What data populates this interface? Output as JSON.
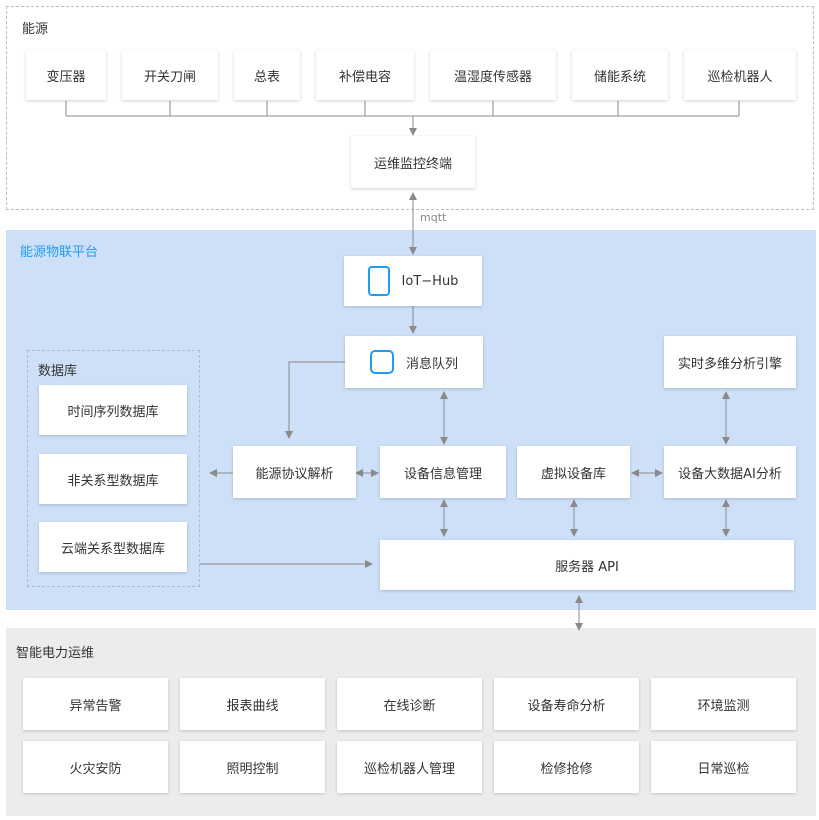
{
  "energy": {
    "title": "能源",
    "devices": [
      "变压器",
      "开关刀闸",
      "总表",
      "补偿电容",
      "温湿度传感器",
      "储能系统",
      "巡检机器人"
    ],
    "terminal": "运维监控终端"
  },
  "protocol_label": "mqtt",
  "platform": {
    "title": "能源物联平台",
    "iot_hub": "IoT−Hub",
    "mq": "消息队列",
    "realtime": "实时多维分析引擎",
    "protocol_parse": "能源协议解析",
    "device_info": "设备信息管理",
    "virtual_device": "虚拟设备库",
    "bigdata_ai": "设备大数据AI分析",
    "server_api": "服务器 API",
    "database": {
      "title": "数据库",
      "items": [
        "时间序列数据库",
        "非关系型数据库",
        "云端关系型数据库"
      ]
    }
  },
  "ops": {
    "title": "智能电力运维",
    "row1": [
      "异常告警",
      "报表曲线",
      "在线诊断",
      "设备寿命分析",
      "环境监测"
    ],
    "row2": [
      "火灾安防",
      "照明控制",
      "巡检机器人管理",
      "检修抢修",
      "日常巡检"
    ]
  },
  "colors": {
    "platform_bg": "#cde0f8",
    "ops_bg": "#ececec",
    "accent": "#1e9cf0",
    "line": "#8a8a8a"
  }
}
